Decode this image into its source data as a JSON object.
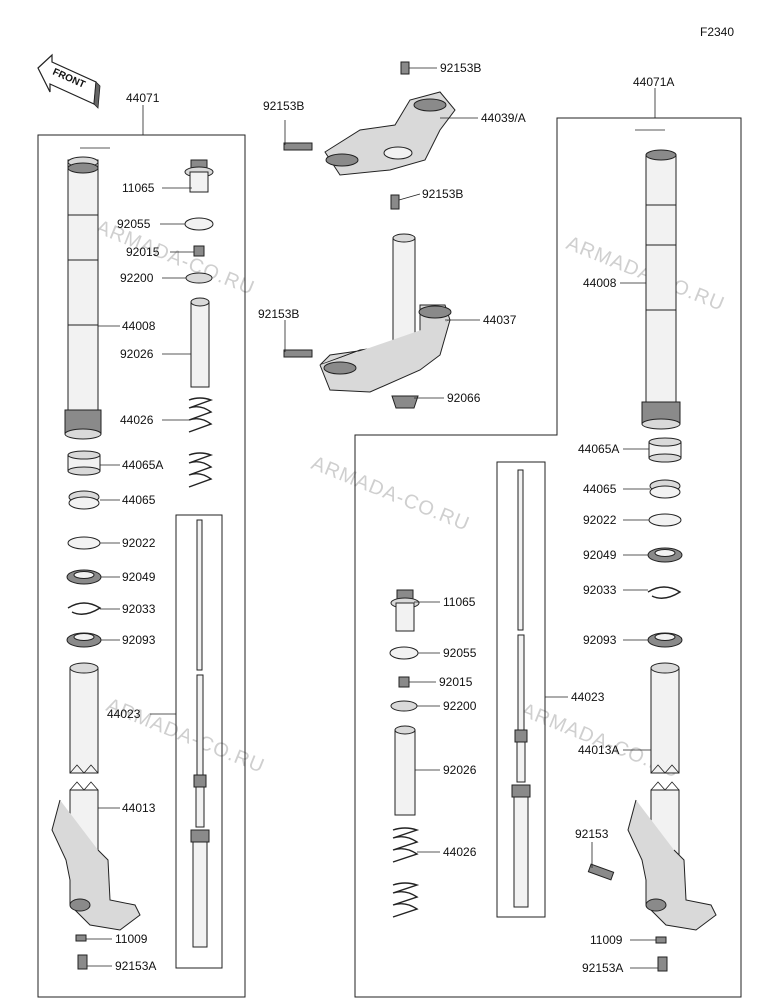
{
  "diagram": {
    "figure_code": "F2340",
    "front_label": "FRONT",
    "watermark": "ARMADA-CO.RU",
    "labels": {
      "p44071": "44071",
      "p44071A": "44071A",
      "p92153B_top": "92153B",
      "p44039": "44039/A",
      "p92153B_l": "92153B",
      "p92153B_m": "92153B",
      "p92153B_low": "92153B",
      "p44037": "44037",
      "p92066": "92066",
      "L_11065": "11065",
      "L_92055": "92055",
      "L_92015": "92015",
      "L_92200": "92200",
      "L_44008": "44008",
      "L_92026": "92026",
      "L_44026": "44026",
      "L_44065A": "44065A",
      "L_44065": "44065",
      "L_92022": "92022",
      "L_92049": "92049",
      "L_92033": "92033",
      "L_92093": "92093",
      "L_44023": "44023",
      "L_44013": "44013",
      "L_11009": "11009",
      "L_92153A": "92153A",
      "R_44008": "44008",
      "R_44065A": "44065A",
      "R_44065": "44065",
      "R_92022": "92022",
      "R_92049": "92049",
      "R_92033": "92033",
      "R_92093": "92093",
      "R_44013A": "44013A",
      "R_92153": "92153",
      "R_11009": "11009",
      "R_92153A": "92153A",
      "R_11065": "11065",
      "R_92055": "92055",
      "R_92015": "92015",
      "R_92200": "92200",
      "R_44023": "44023",
      "R_92026": "92026",
      "R_44026": "44026"
    }
  }
}
